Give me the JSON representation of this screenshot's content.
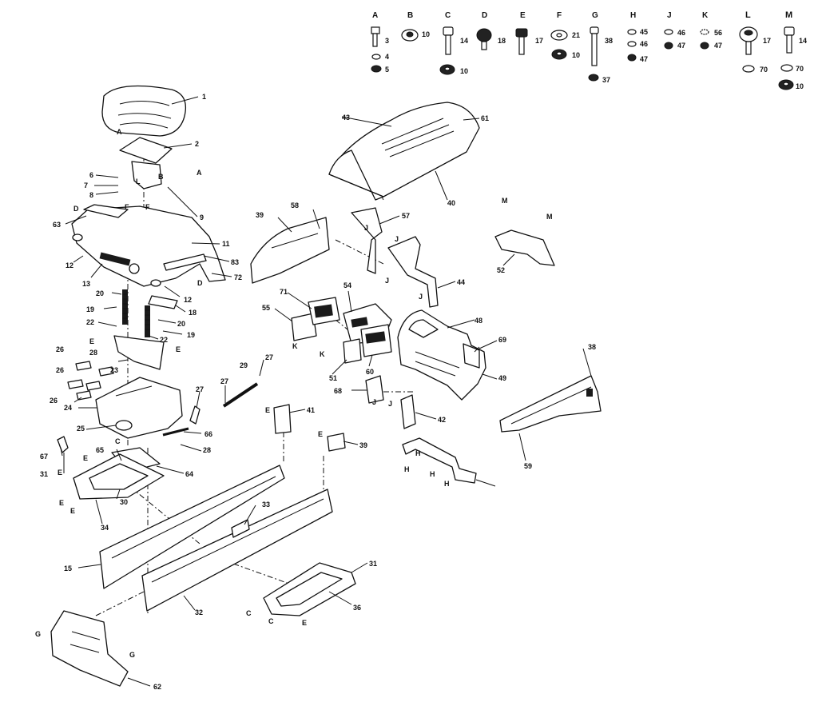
{
  "hardware_columns": [
    {
      "letter": "A",
      "parts": [
        "3",
        "4",
        "5"
      ]
    },
    {
      "letter": "B",
      "parts": [
        "10"
      ]
    },
    {
      "letter": "C",
      "parts": [
        "14",
        "10"
      ]
    },
    {
      "letter": "D",
      "parts": [
        "18"
      ]
    },
    {
      "letter": "E",
      "parts": [
        "17"
      ]
    },
    {
      "letter": "F",
      "parts": [
        "21",
        "10"
      ]
    },
    {
      "letter": "G",
      "parts": [
        "38",
        "37"
      ]
    },
    {
      "letter": "H",
      "parts": [
        "45",
        "46",
        "47"
      ]
    },
    {
      "letter": "J",
      "parts": [
        "46",
        "47"
      ]
    },
    {
      "letter": "K",
      "parts": [
        "56",
        "47"
      ]
    },
    {
      "letter": "L",
      "parts": [
        "17",
        "70"
      ]
    },
    {
      "letter": "M",
      "parts": [
        "14",
        "70",
        "10"
      ]
    }
  ],
  "callouts": [
    "1",
    "2",
    "6",
    "7",
    "8",
    "9",
    "63",
    "11",
    "12",
    "83",
    "72",
    "13",
    "12",
    "20",
    "18",
    "19",
    "22",
    "20",
    "19",
    "22",
    "23",
    "26",
    "28",
    "26",
    "26",
    "24",
    "25",
    "27",
    "29",
    "27",
    "27",
    "28",
    "66",
    "67",
    "31",
    "65",
    "64",
    "30",
    "34",
    "15",
    "33",
    "32",
    "31",
    "36",
    "62",
    "43",
    "61",
    "40",
    "39",
    "58",
    "57",
    "44",
    "52",
    "71",
    "54",
    "55",
    "51",
    "60",
    "68",
    "48",
    "69",
    "49",
    "42",
    "41",
    "39",
    "38",
    "59"
  ],
  "ref_letters": [
    "A",
    "A",
    "B",
    "L",
    "F",
    "F",
    "D",
    "D",
    "E",
    "E",
    "K",
    "K",
    "J",
    "J",
    "J",
    "J",
    "J",
    "J",
    "M",
    "M",
    "E",
    "E",
    "E",
    "E",
    "C",
    "C",
    "C",
    "E",
    "E",
    "E",
    "G",
    "G",
    "H",
    "H",
    "H",
    "H"
  ]
}
